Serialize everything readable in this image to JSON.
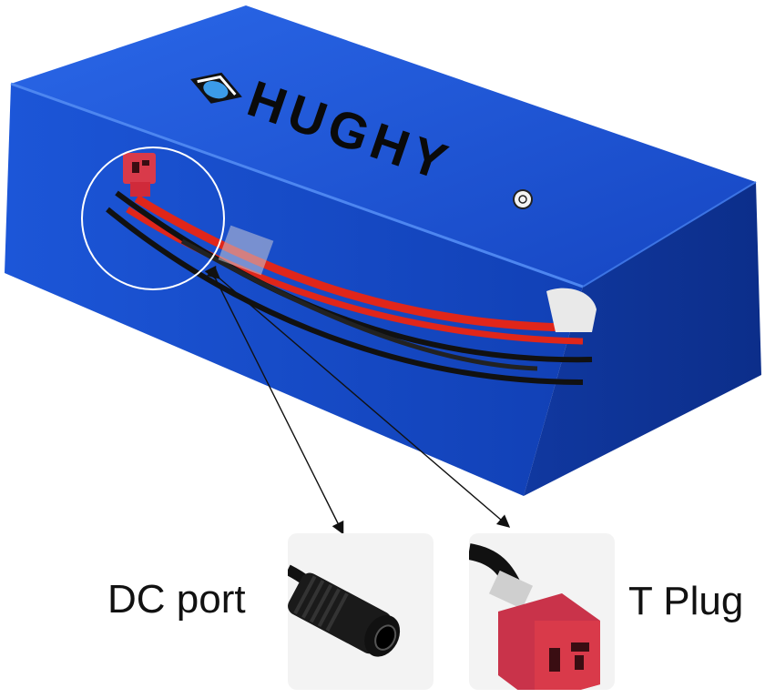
{
  "brand": {
    "name": "HUGHY",
    "logo_icon": "diamond-logo-icon",
    "mark_icon": "certification-mark-icon"
  },
  "colors": {
    "battery_blue": "#1a55d6",
    "battery_dark": "#0e3aa8",
    "wire_red": "#e0261a",
    "wire_black": "#111111",
    "plug_red": "#d93a4a"
  },
  "callouts": {
    "dc_port": "DC port",
    "t_plug": "T Plug"
  }
}
